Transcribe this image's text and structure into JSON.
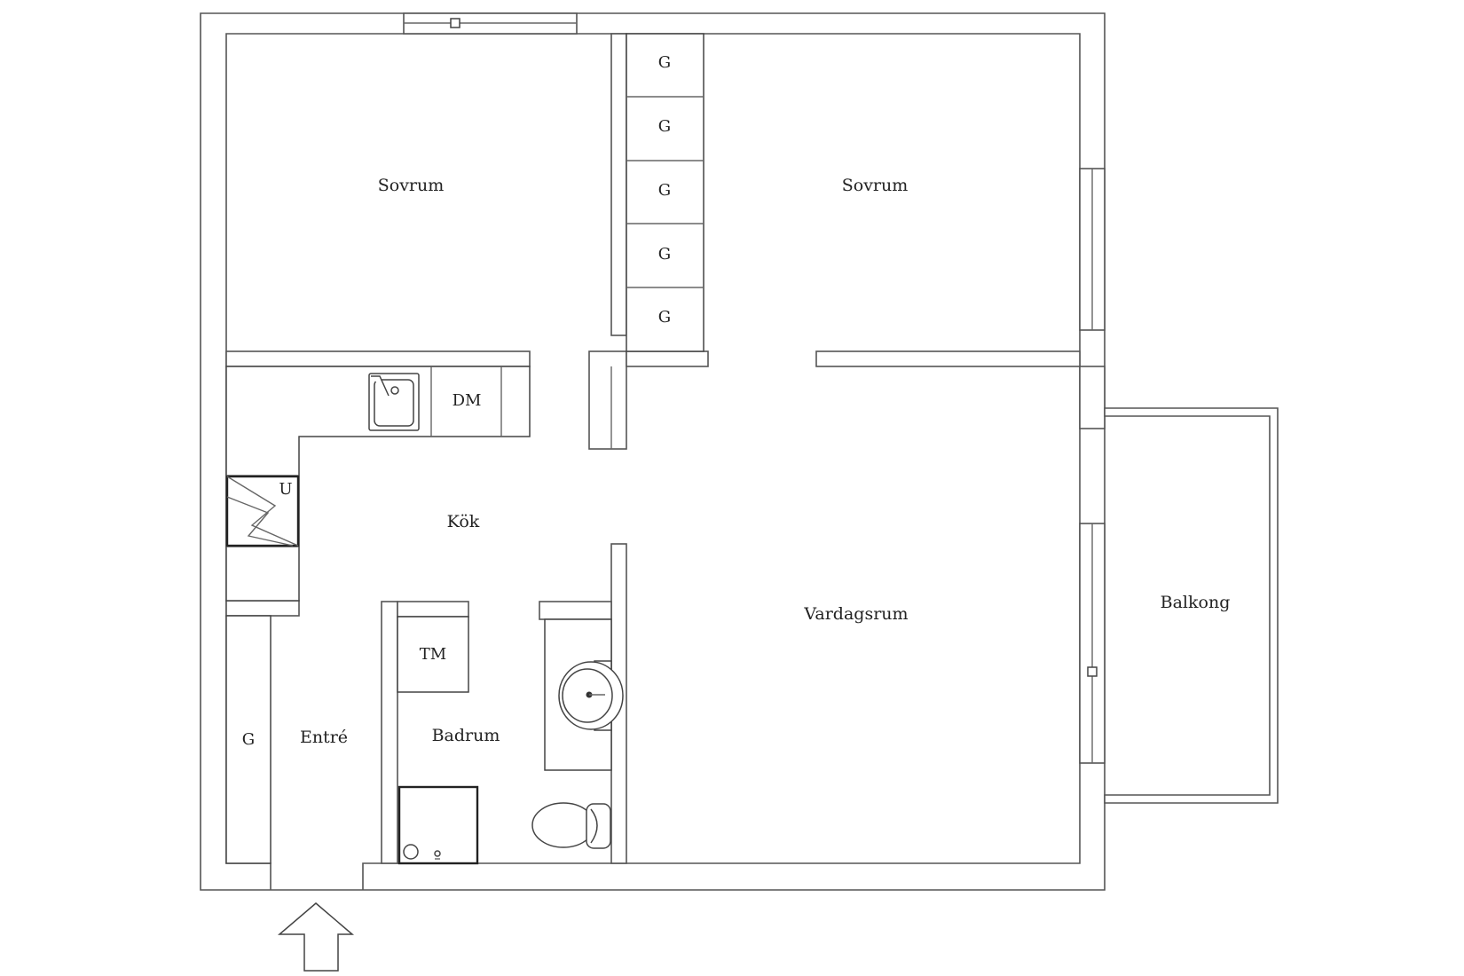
{
  "rooms": {
    "bedroom_left": "Sovrum",
    "bedroom_right": "Sovrum",
    "kitchen": "Kök",
    "living_room": "Vardagsrum",
    "balcony": "Balkong",
    "bathroom": "Badrum",
    "entrance": "Entré"
  },
  "fixtures": {
    "wardrobe": "G",
    "dishwasher": "DM",
    "oven": "U",
    "washing_machine": "TM"
  },
  "colors": {
    "wall_stroke": "#555555",
    "background": "#ffffff",
    "text": "#222222"
  }
}
